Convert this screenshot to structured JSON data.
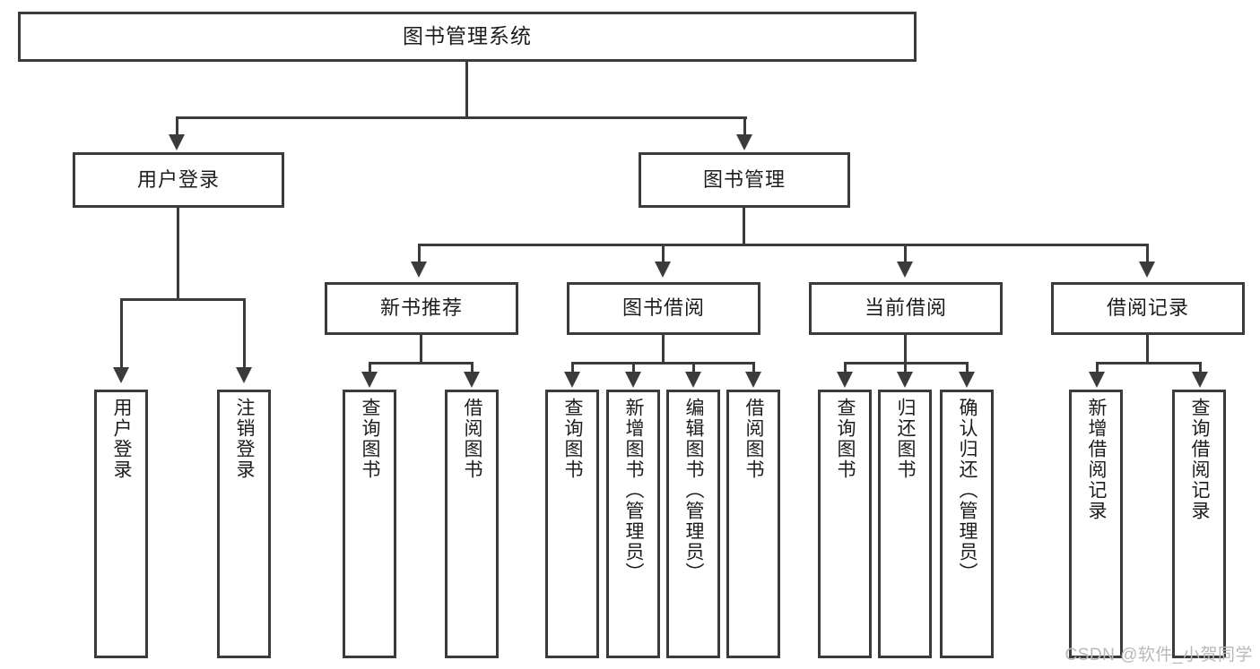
{
  "diagram": {
    "type": "tree-hierarchy",
    "title": "图书管理系统",
    "orientation": "top-down",
    "colors": {
      "stroke": "#3b3b3b",
      "fill": "#ffffff",
      "text": "#1d1d1d",
      "watermark": "#b9b9b9"
    },
    "levels": 4,
    "watermark": "CSDN @软件_小贺同学"
  },
  "root": {
    "label": "图书管理系统"
  },
  "level2": [
    {
      "label": "用户登录"
    },
    {
      "label": "图书管理"
    }
  ],
  "level3": [
    {
      "label": "新书推荐"
    },
    {
      "label": "图书借阅"
    },
    {
      "label": "当前借阅"
    },
    {
      "label": "借阅记录"
    }
  ],
  "leaves": {
    "user_login": [
      {
        "label": "用户登录"
      },
      {
        "label": "注销登录"
      }
    ],
    "new_book": [
      {
        "label": "查询图书"
      },
      {
        "label": "借阅图书"
      }
    ],
    "book_borrow": [
      {
        "label": "查询图书"
      },
      {
        "label": "新增图书（管理员）"
      },
      {
        "label": "编辑图书（管理员）"
      },
      {
        "label": "借阅图书"
      }
    ],
    "current_borrow": [
      {
        "label": "查询图书"
      },
      {
        "label": "归还图书"
      },
      {
        "label": "确认归还（管理员）"
      }
    ],
    "borrow_record": [
      {
        "label": "新增借阅记录"
      },
      {
        "label": "查询借阅记录"
      }
    ]
  }
}
